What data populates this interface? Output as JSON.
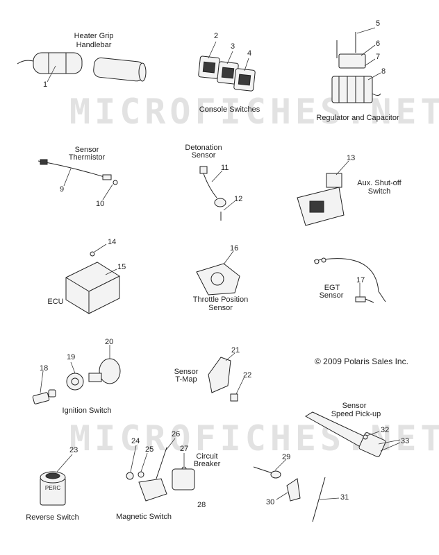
{
  "watermark": "MICROFICHES.NET",
  "copyright": "© 2009 Polaris Sales Inc.",
  "labels": {
    "heater_grip": [
      "Heater Grip",
      "Handlebar"
    ],
    "console_switches": "Console Switches",
    "regulator": "Regulator and Capacitor",
    "thermistor": [
      "Sensor",
      "Thermistor"
    ],
    "detonation": [
      "Detonation",
      "Sensor"
    ],
    "aux_shutoff": [
      "Aux. Shut-off",
      "Switch"
    ],
    "ecu": "ECU",
    "throttle": [
      "Throttle Position",
      "Sensor"
    ],
    "egt": [
      "EGT",
      "Sensor"
    ],
    "tmap": [
      "Sensor",
      "T-Map"
    ],
    "ignition": "Ignition Switch",
    "speed": [
      "Sensor",
      "Speed Pick-up"
    ],
    "circuit_breaker": [
      "Circuit",
      "Breaker"
    ],
    "reverse": "Reverse Switch",
    "magnetic": "Magnetic Switch",
    "perc": "PERC"
  },
  "callouts": [
    "1",
    "2",
    "3",
    "4",
    "5",
    "6",
    "7",
    "8",
    "9",
    "10",
    "11",
    "12",
    "13",
    "14",
    "15",
    "16",
    "17",
    "18",
    "19",
    "20",
    "21",
    "22",
    "23",
    "24",
    "25",
    "26",
    "27",
    "28",
    "29",
    "30",
    "31",
    "32",
    "33"
  ]
}
